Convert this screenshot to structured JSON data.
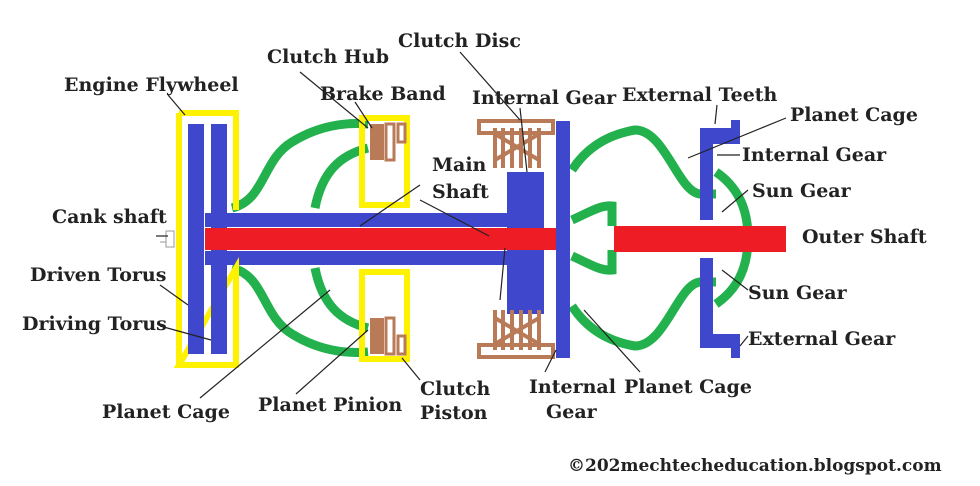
{
  "diagram": {
    "labels": {
      "engine_flywheel": "Engine Flywheel",
      "clutch_hub": "Clutch Hub",
      "clutch_disc": "Clutch Disc",
      "brake_band": "Brake Band",
      "internal_gear_top": "Internal  Gear",
      "external_teeth": "External Teeth",
      "planet_cage_top": "Planet Cage",
      "internal_gear_right": "Internal  Gear",
      "main_shaft_line1": "Main",
      "main_shaft_line2": "Shaft",
      "sun_gear_top": "Sun Gear",
      "cank_shaft": "Cank shaft",
      "outer_shaft": "Outer Shaft",
      "driven_torus": "Driven Torus",
      "driving_torus": "Driving Torus",
      "sun_gear_bottom": "Sun Gear",
      "external_gear": "External Gear",
      "planet_cage_bottom_left": "Planet Cage",
      "planet_pinion": "Planet Pinion",
      "clutch_piston_line1": "Clutch",
      "clutch_piston_line2": "Piston",
      "internal_gear_bottom_line1": "Internal",
      "internal_gear_bottom_line2": "Gear",
      "planet_cage_bottom_right": "Planet Cage"
    },
    "credit": "©202mechtecheducation.blogspot.com",
    "colors": {
      "shaft_red": "#ee1c24",
      "blue": "#3f48cc",
      "green": "#22b14c",
      "yellow": "#fff200",
      "brown": "#b97a57",
      "text": "#222222"
    }
  }
}
